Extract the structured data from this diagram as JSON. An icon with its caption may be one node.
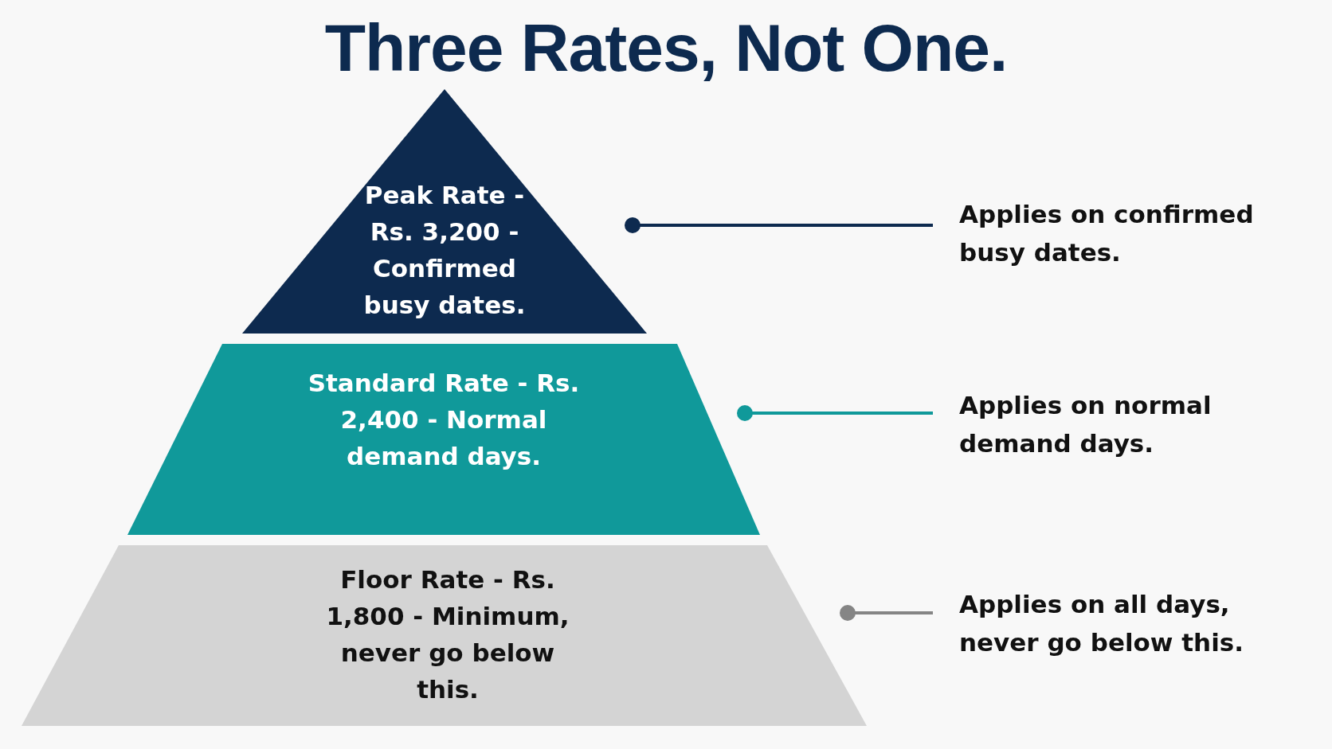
{
  "diagram": {
    "title": "Three Rates, Not One.",
    "nodes": [
      {
        "text": [
          "Peak Rate - Rs. 3,200 - Confirmed busy dates."
        ]
      },
      {
        "text": [
          "Standard Rate - Rs. 2,400 - Normal demand days."
        ]
      },
      {
        "text": [
          "Floor Rate - Rs. 1,800 - Minimum, never go below this."
        ]
      },
      {
        "text": [
          "Applies on confirmed busy dates."
        ]
      },
      {
        "text": [
          "Applies on normal demand days."
        ]
      },
      {
        "text": [
          "Applies on all days, never go below this."
        ]
      }
    ],
    "edges": [
      {
        "from": 3,
        "to": 0,
        "arrow": "other",
        "color": "#0d2a4f"
      },
      {
        "from": 4,
        "to": 1,
        "arrow": "other",
        "color": "#10999a"
      },
      {
        "from": 5,
        "to": 2,
        "arrow": "other",
        "color": "#858585"
      }
    ]
  }
}
